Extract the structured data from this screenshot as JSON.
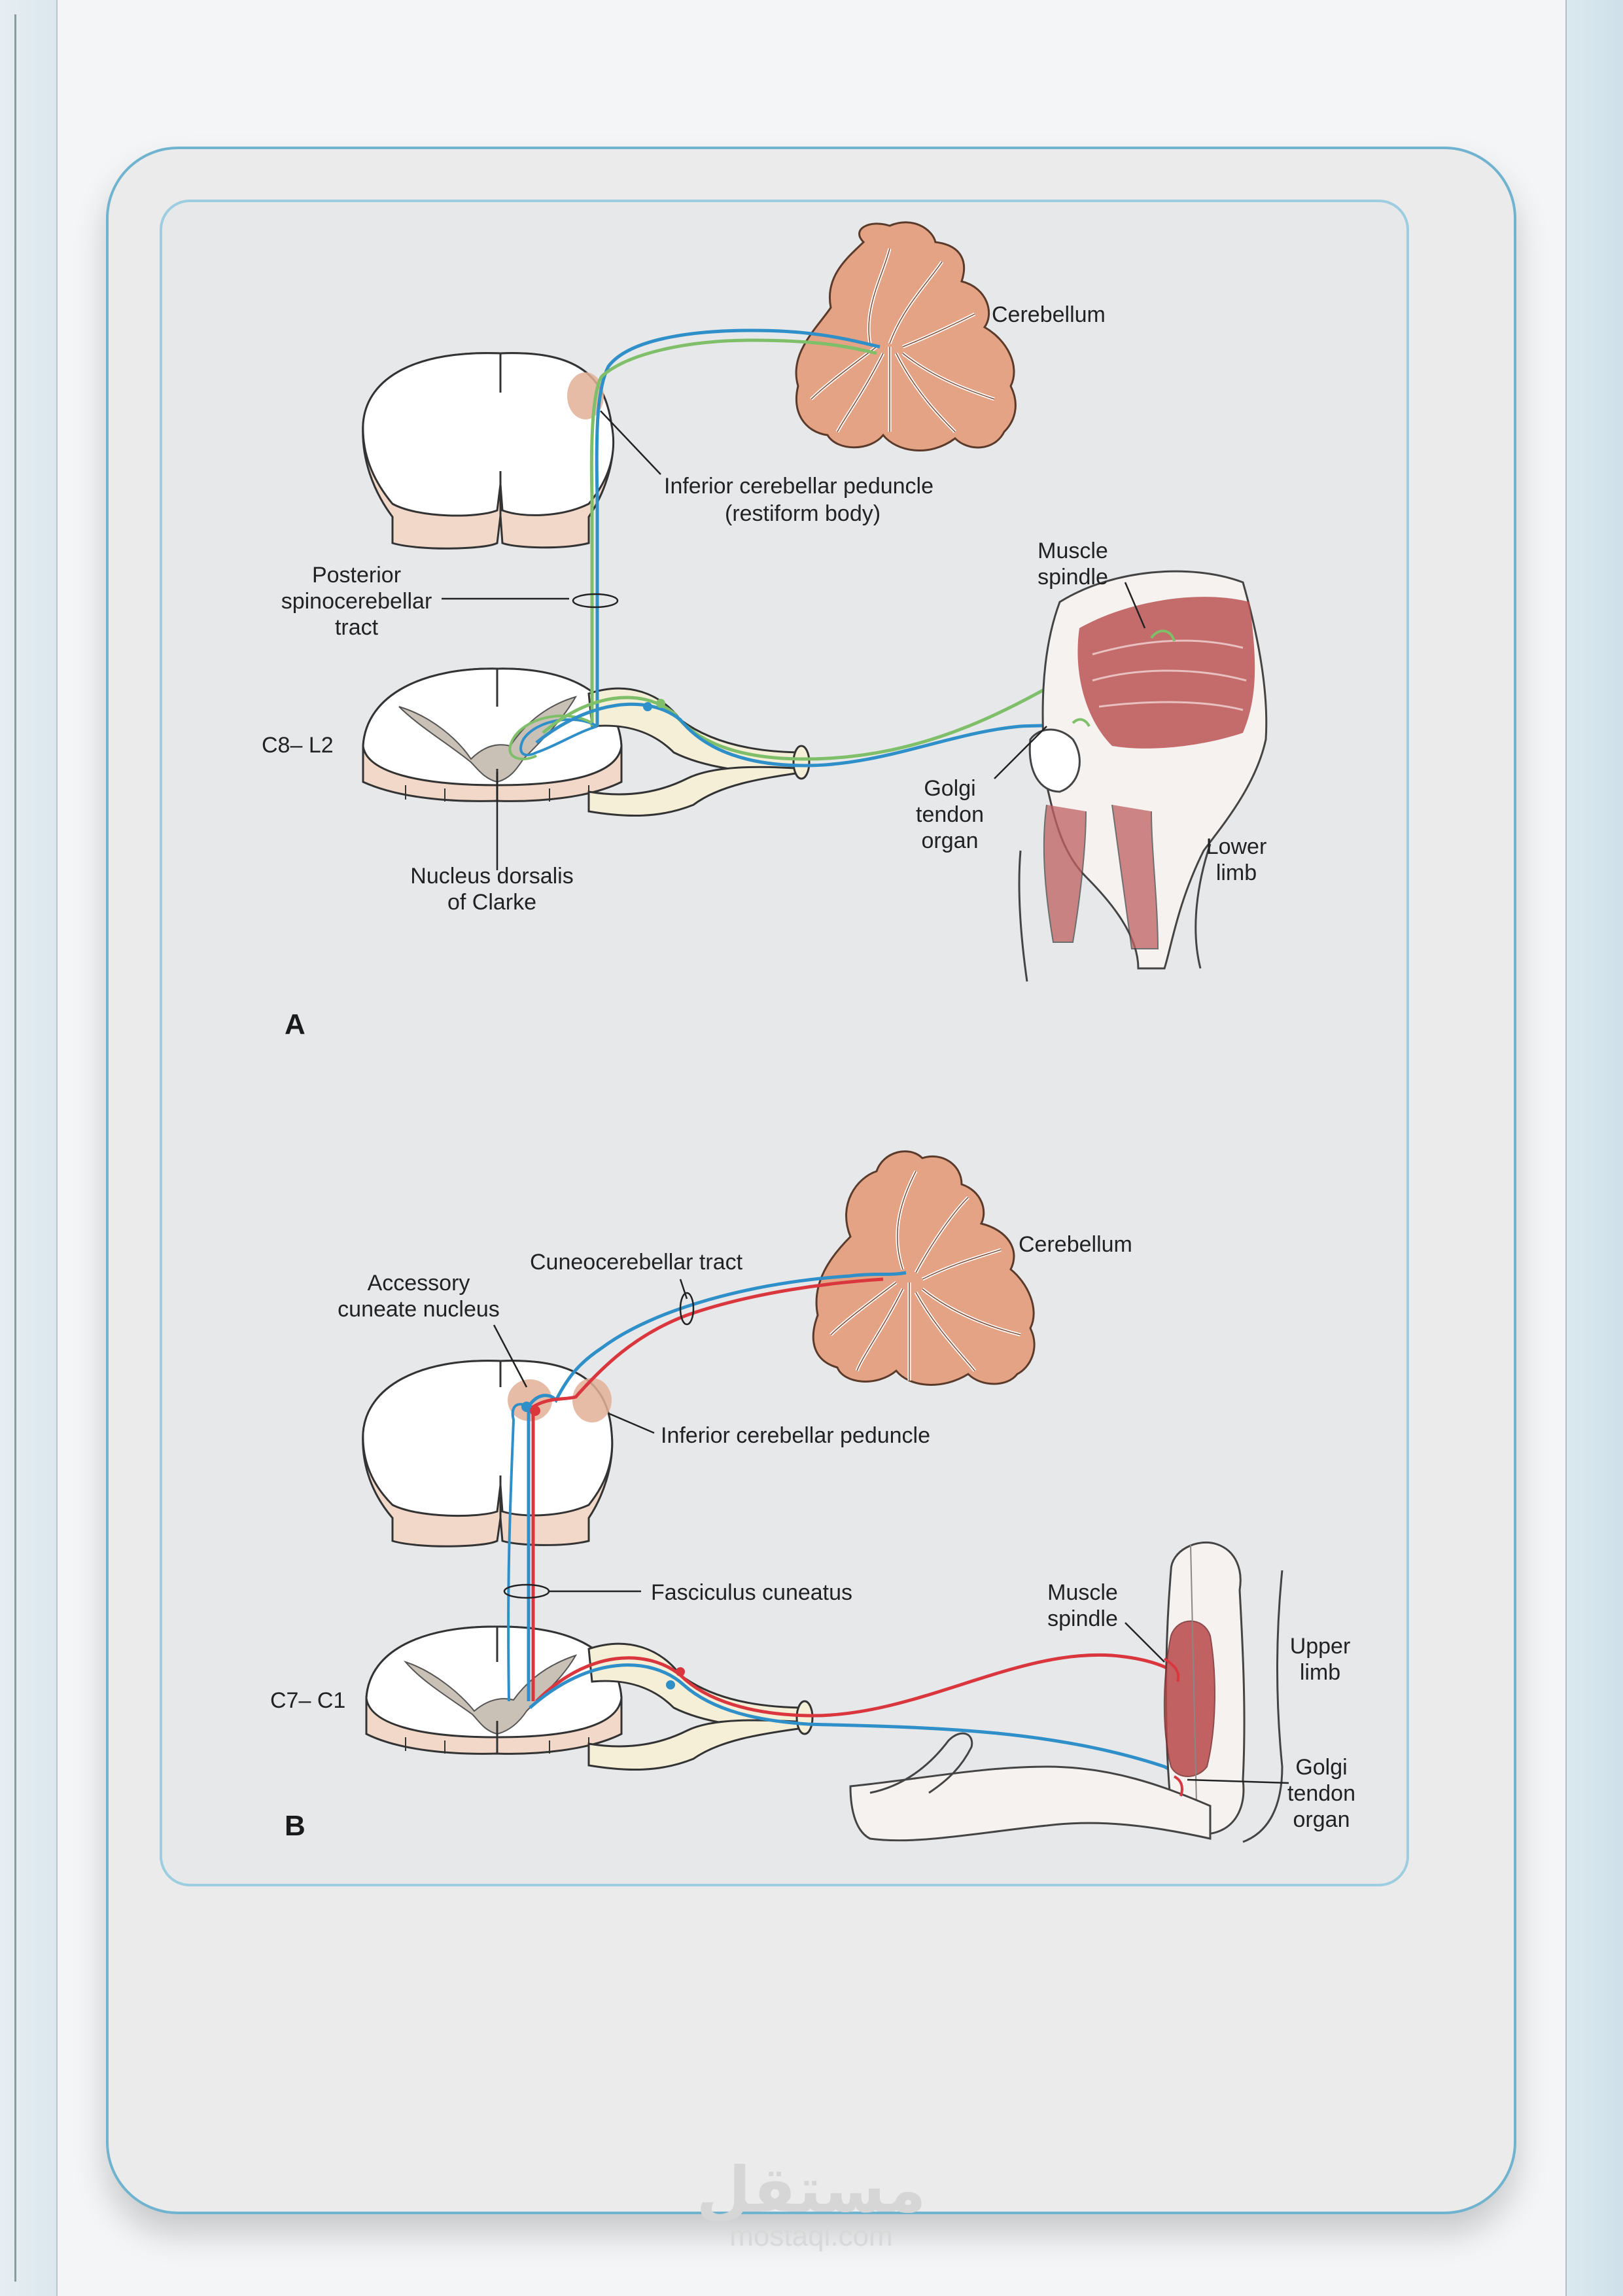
{
  "panel_a": {
    "label": "A",
    "cerebellum": "Cerebellum",
    "peduncle_line1": "Inferior cerebellar peduncle",
    "peduncle_line2": "(restiform body)",
    "tract_line1": "Posterior",
    "tract_line2": "spinocerebellar",
    "tract_line3": "tract",
    "level": "C8– L2",
    "nucleus_line1": "Nucleus dorsalis",
    "nucleus_line2": "of Clarke",
    "spindle_line1": "Muscle",
    "spindle_line2": "spindle",
    "golgi_line1": "Golgi",
    "golgi_line2": "tendon",
    "golgi_line3": "organ",
    "limb_line1": "Lower",
    "limb_line2": "limb"
  },
  "panel_b": {
    "label": "B",
    "cerebellum": "Cerebellum",
    "tract": "Cuneocerebellar tract",
    "accessory_line1": "Accessory",
    "accessory_line2": "cuneate nucleus",
    "peduncle": "Inferior cerebellar peduncle",
    "fasciculus": "Fasciculus cuneatus",
    "level": "C7– C1",
    "spindle_line1": "Muscle",
    "spindle_line2": "spindle",
    "limb_line1": "Upper",
    "limb_line2": "limb",
    "golgi_line1": "Golgi",
    "golgi_line2": "tendon",
    "golgi_line3": "organ"
  },
  "watermark": {
    "arabic": "مستقل",
    "latin": "mostaql.com"
  },
  "colors": {
    "blue_fiber": "#2f8fc8",
    "green_fiber": "#7fbf6a",
    "red_fiber": "#d9363e",
    "cord_fill": "#ffffff",
    "cord_section": "#f2d8c8",
    "grey_matter": "#c9c0b6",
    "cerebellum_fill": "#e3a384",
    "muscle": "#b8484a",
    "accent_border": "#6fb3cf"
  }
}
